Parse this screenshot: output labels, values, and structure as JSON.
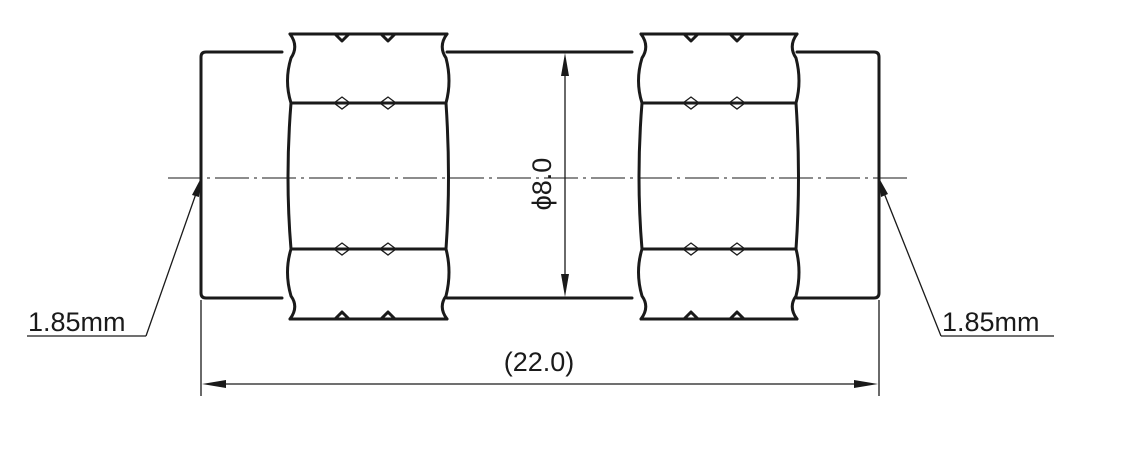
{
  "drawing": {
    "left_label": "1.85mm",
    "right_label": "1.85mm",
    "diameter_label": "ϕ8.0",
    "length_label": "(22.0)"
  }
}
